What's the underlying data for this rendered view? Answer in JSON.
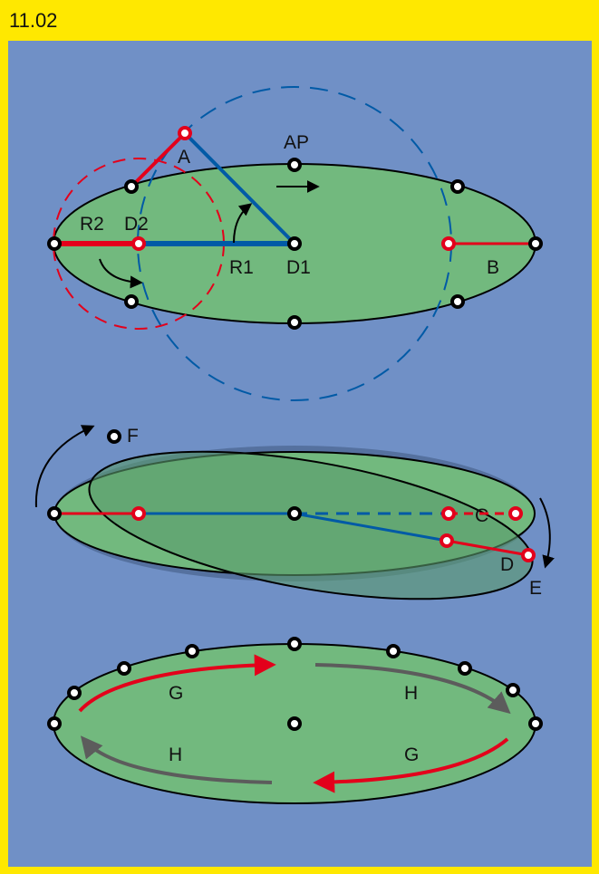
{
  "header": {
    "code": "11.02"
  },
  "colors": {
    "frame": "#ffe800",
    "background": "#7090c6",
    "ellipse_fill": "#72b97e",
    "ellipse_dark": "#5a9b6c",
    "shadow": "#55719f",
    "red": "#e3001b",
    "blue": "#005aa6",
    "gray_arrow": "#5c5c5c"
  },
  "diagram1": {
    "labels": {
      "A": "A",
      "AP": "AP",
      "R2": "R2",
      "D2": "D2",
      "R1": "R1",
      "D1": "D1",
      "B": "B"
    }
  },
  "diagram2": {
    "labels": {
      "F": "F",
      "C": "C",
      "D": "D",
      "E": "E"
    }
  },
  "diagram3": {
    "labels": {
      "G_top": "G",
      "H_top": "H",
      "H_bottom": "H",
      "G_bottom": "G"
    }
  }
}
